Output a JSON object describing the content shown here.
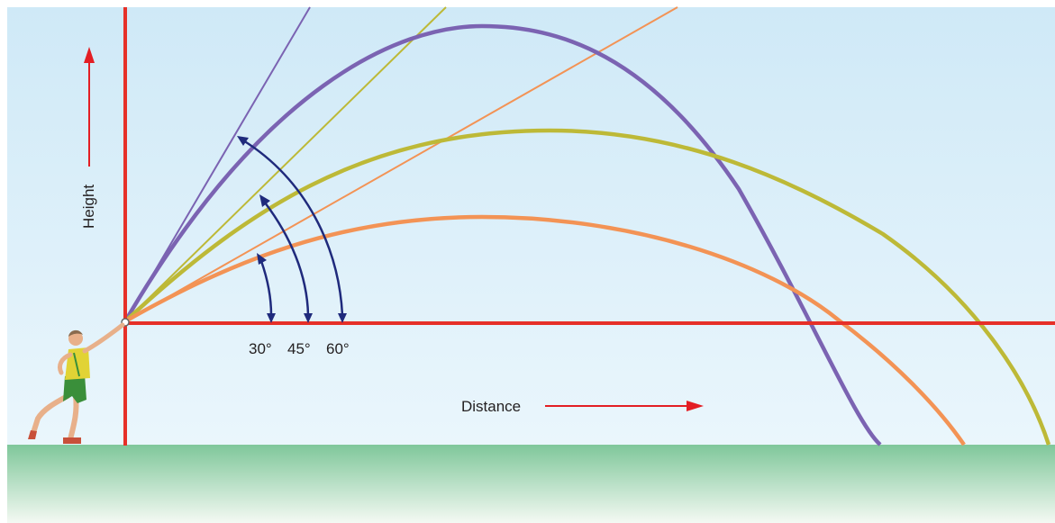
{
  "labels": {
    "height": "Height",
    "distance": "Distance",
    "angle_30": "30°",
    "angle_45": "45°",
    "angle_60": "60°"
  },
  "colors": {
    "sky_top": "#cfe9f7",
    "sky_bottom": "#eaf6fc",
    "ground_top": "#7fc79a",
    "ground_bottom": "#f4f9f3",
    "axis": "#e63028",
    "arrow": "#e31e24",
    "angle_arrows": "#1f2a7c",
    "trajectory_60": "#7b63b2",
    "trajectory_45": "#bdb937",
    "trajectory_30": "#f39355"
  },
  "trajectories": [
    {
      "angle": 60,
      "color_key": "trajectory_60"
    },
    {
      "angle": 45,
      "color_key": "trajectory_45"
    },
    {
      "angle": 30,
      "color_key": "trajectory_30"
    }
  ]
}
